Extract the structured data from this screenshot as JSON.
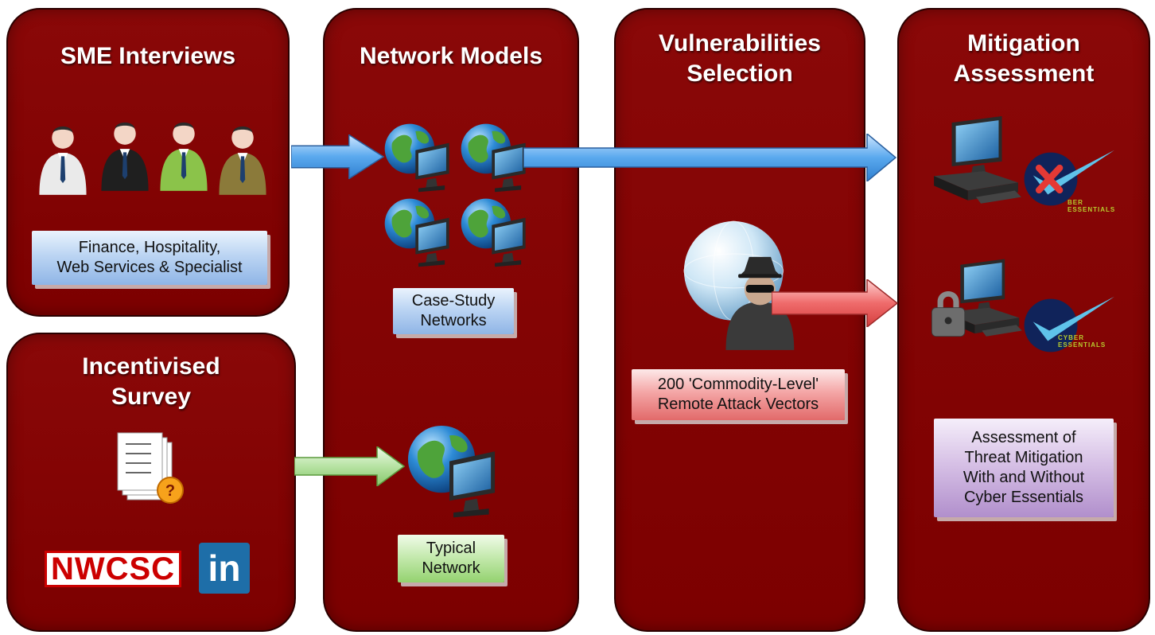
{
  "panels": {
    "sme": {
      "title": "SME Interviews",
      "label": "Finance, Hospitality,\nWeb Services & Specialist"
    },
    "survey": {
      "title": "Incentivised\nSurvey",
      "logos": {
        "nwcsc": "NWCSC",
        "linkedin": "in"
      }
    },
    "network": {
      "title": "Network Models",
      "label_case": "Case-Study\nNetworks",
      "label_typical": "Typical\nNetwork"
    },
    "vuln": {
      "title": "Vulnerabilities\nSelection",
      "label": "200 'Commodity-Level'\nRemote Attack Vectors"
    },
    "mitigation": {
      "title": "Mitigation\nAssessment",
      "label": "Assessment of\nThreat Mitigation\nWith and Without\nCyber Essentials",
      "badge_text_1": "BER\nESSENTIALS",
      "badge_text_2": "CYBER\nESSENTIALS"
    }
  },
  "colors": {
    "panel": "#8a0808",
    "arrow_blue": "#5aa9ee",
    "arrow_green": "#a8dc94",
    "arrow_red": "#ef6b6b"
  },
  "icons": [
    "business-people-icon",
    "survey-documents-icon",
    "globe-computer-icon",
    "hacker-icon",
    "desktop-computer-icon",
    "locked-computer-icon",
    "cyber-essentials-badge-icon"
  ]
}
